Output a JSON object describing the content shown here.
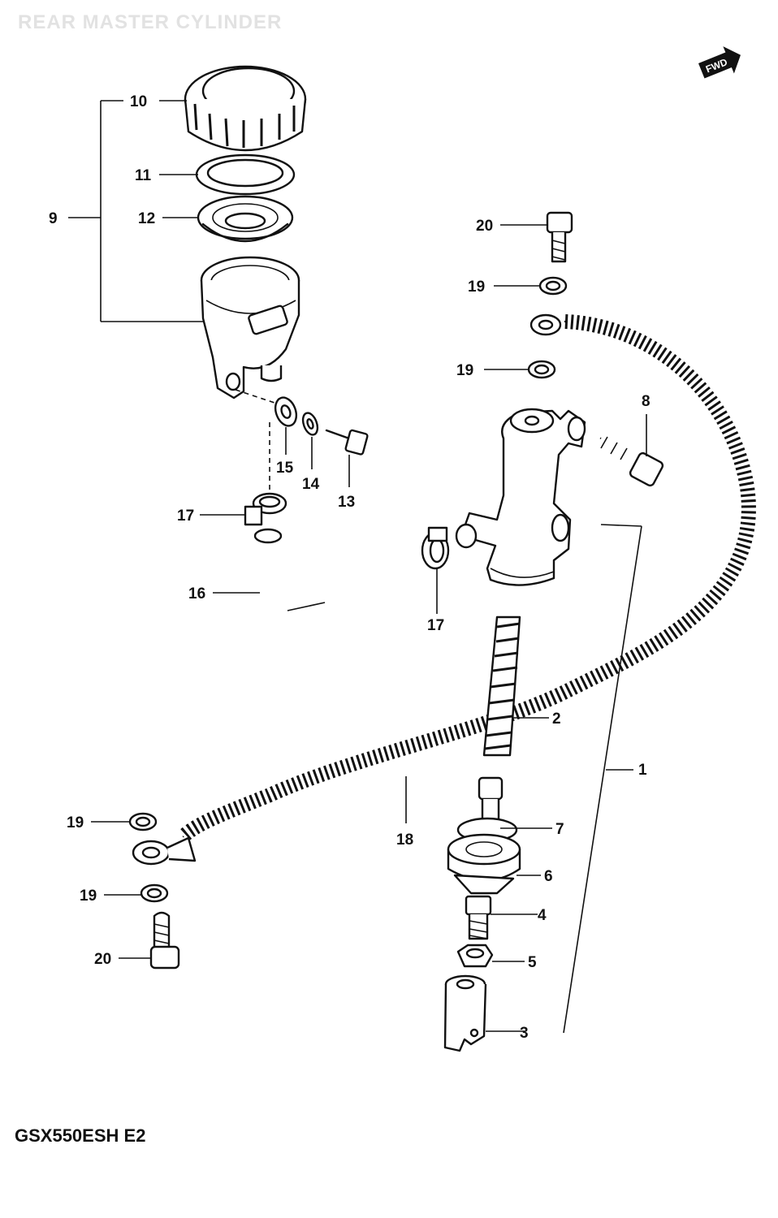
{
  "title": "REAR MASTER CYLINDER",
  "model_code": "GSX550ESH  E2",
  "direction_badge": "FWD",
  "colors": {
    "ink": "#111111",
    "paper": "#ffffff",
    "header_ink": "#e2e2e2"
  },
  "callouts": [
    {
      "id": "c1",
      "label": "1"
    },
    {
      "id": "c2",
      "label": "2"
    },
    {
      "id": "c3",
      "label": "3"
    },
    {
      "id": "c4",
      "label": "4"
    },
    {
      "id": "c5",
      "label": "5"
    },
    {
      "id": "c6",
      "label": "6"
    },
    {
      "id": "c7",
      "label": "7"
    },
    {
      "id": "c8",
      "label": "8"
    },
    {
      "id": "c9",
      "label": "9"
    },
    {
      "id": "c10",
      "label": "10"
    },
    {
      "id": "c11",
      "label": "11"
    },
    {
      "id": "c12",
      "label": "12"
    },
    {
      "id": "c13",
      "label": "13"
    },
    {
      "id": "c14",
      "label": "14"
    },
    {
      "id": "c15",
      "label": "15"
    },
    {
      "id": "c16",
      "label": "16"
    },
    {
      "id": "c17a",
      "label": "17"
    },
    {
      "id": "c17b",
      "label": "17"
    },
    {
      "id": "c18",
      "label": "18"
    },
    {
      "id": "c19a",
      "label": "19"
    },
    {
      "id": "c19b",
      "label": "19"
    },
    {
      "id": "c19c",
      "label": "19"
    },
    {
      "id": "c19d",
      "label": "19"
    },
    {
      "id": "c20a",
      "label": "20"
    },
    {
      "id": "c20b",
      "label": "20"
    }
  ]
}
